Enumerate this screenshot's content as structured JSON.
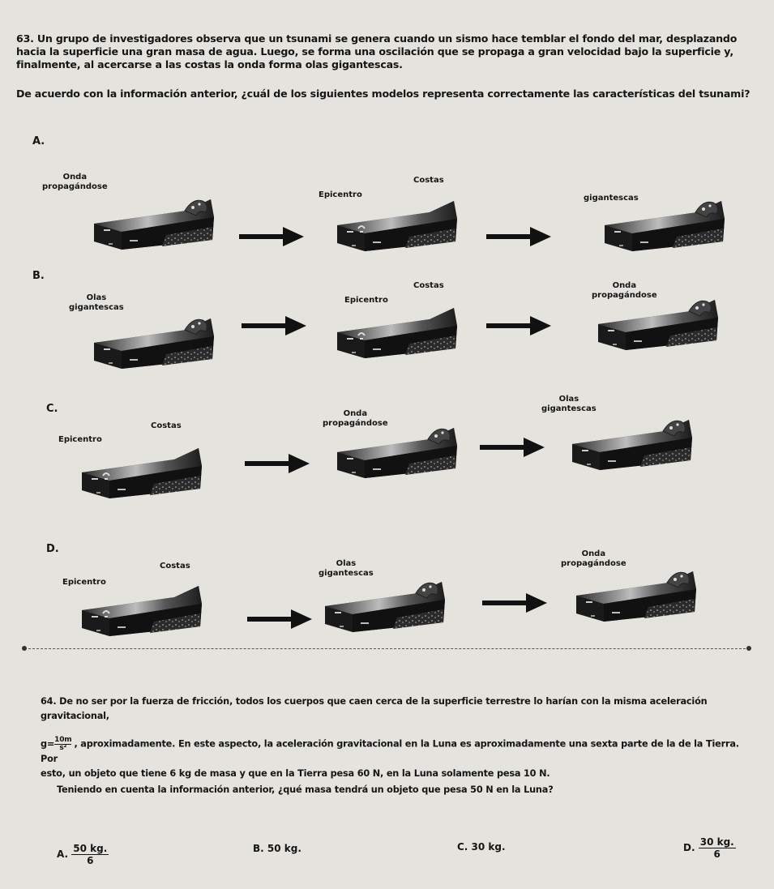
{
  "q63": {
    "text": "63. Un grupo de investigadores observa que un tsunami se genera cuando un sismo hace temblar el fondo del mar, desplazando hacia la superficie una gran masa de agua. Luego, se forma una oscilación que se propaga a gran velocidad bajo la superficie y, finalmente, al acercarse a las costas la onda forma olas gigantescas.",
    "question": "De acuerdo con la información anterior, ¿cuál de los siguientes modelos representa correctamente las características del tsunami?",
    "options": {
      "A": {
        "letter": "A.",
        "labels": [
          "Onda",
          "propagándose",
          "Epicentro",
          "Costas",
          "gigantescas"
        ]
      },
      "B": {
        "letter": "B.",
        "labels": [
          "Olas",
          "gigantescas",
          "Epicentro",
          "Costas",
          "Onda",
          "propagándose"
        ]
      },
      "C": {
        "letter": "C.",
        "labels": [
          "Epicentro",
          "Costas",
          "Onda",
          "propagándose",
          "Olas",
          "gigantescas"
        ]
      },
      "D": {
        "letter": "D.",
        "labels": [
          "Epicentro",
          "Costas",
          "Olas",
          "gigantescas",
          "Onda",
          "propagándose"
        ]
      }
    }
  },
  "q64": {
    "intro": "64. De no ser por la fuerza de fricción, todos los cuerpos que caen cerca de la superficie terrestre lo harían con la misma aceleración gravitacional,",
    "g_symbol": "g=",
    "g_num": "10m",
    "g_den": "s²",
    "line2": ", aproximadamente. En este aspecto, la aceleración gravitacional en la Luna es aproximadamente una sexta parte de la de la Tierra. Por",
    "line3": "esto, un objeto que tiene 6 kg de masa y que en la Tierra pesa 60 N, en la Luna solamente pesa 10 N.",
    "question": "Teniendo en cuenta la información anterior, ¿qué masa tendrá un objeto que pesa 50 N en la Luna?",
    "answers": {
      "A": {
        "letter": "A.",
        "num": "50 kg.",
        "den": "6"
      },
      "B": {
        "text": "B. 50 kg."
      },
      "C": {
        "text": "C. 30 kg."
      },
      "D": {
        "letter": "D.",
        "num": "30 kg.",
        "den": "6"
      }
    }
  }
}
